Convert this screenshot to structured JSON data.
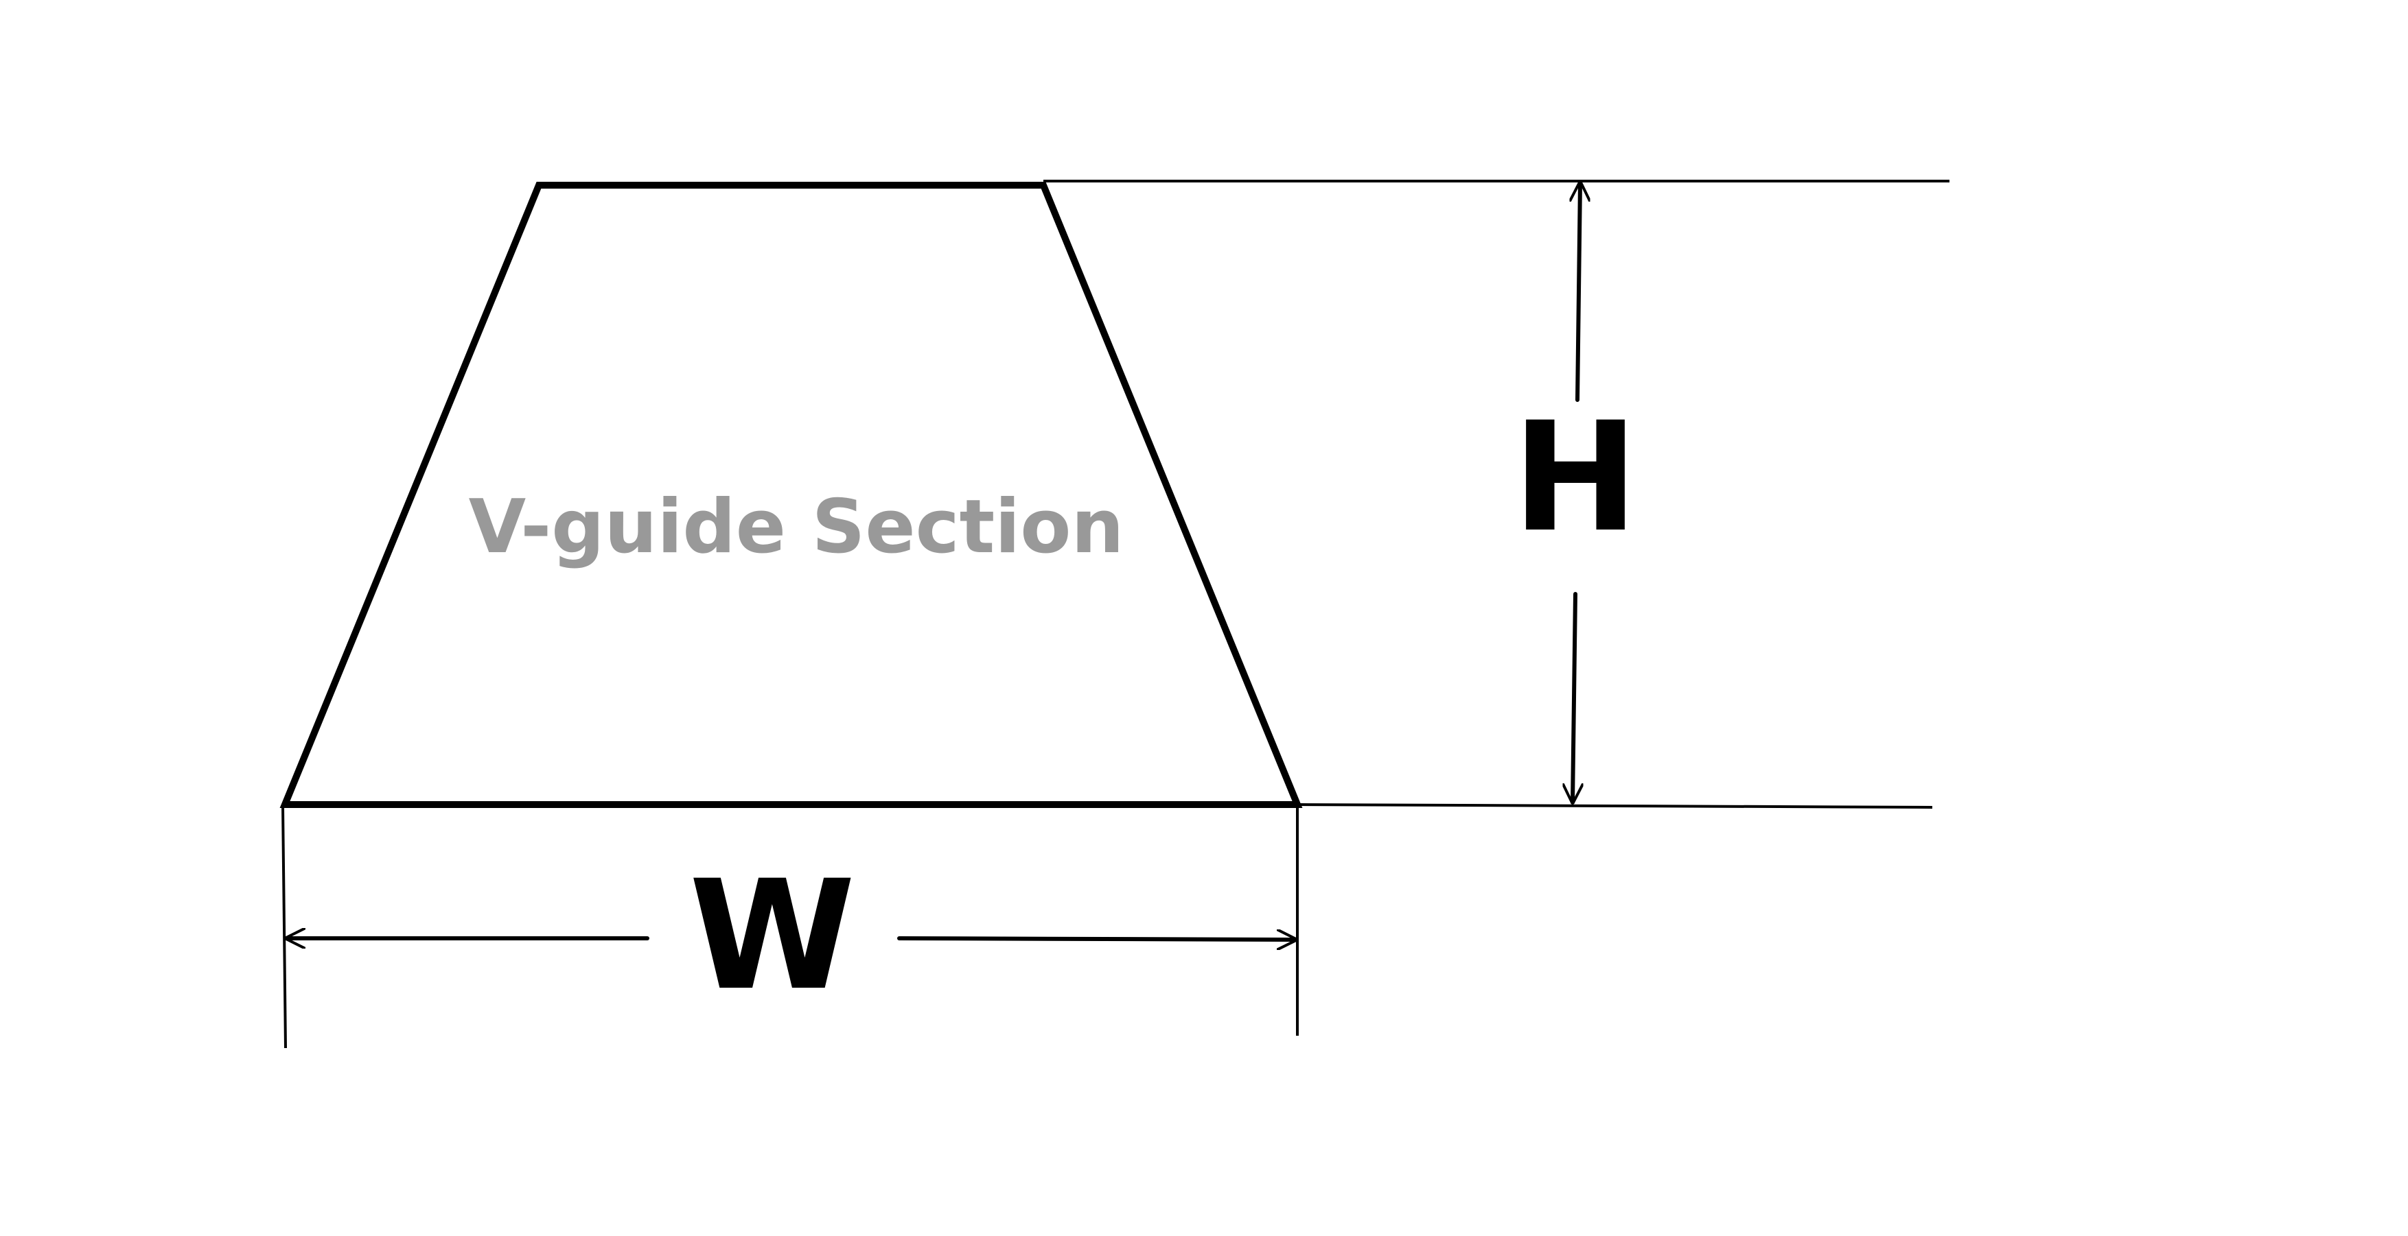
{
  "diagram": {
    "section_label": "V-guide Section",
    "height_label": "H",
    "width_label": "W"
  },
  "colors": {
    "outline": "#000000",
    "section_label": "#999999",
    "dimension_label": "#000000",
    "background": "#ffffff"
  }
}
